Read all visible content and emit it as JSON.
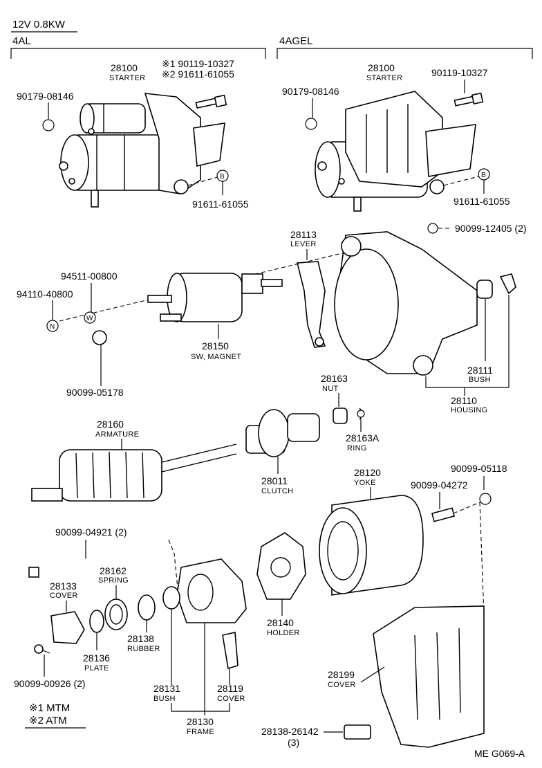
{
  "header": {
    "spec": "12V 0.8KW",
    "variant_left": "4AL",
    "variant_right": "4AGEL",
    "footer_code": "ME G069-A"
  },
  "legend": {
    "note1": "※1 MTM",
    "note2": "※2 ATM"
  },
  "symbols": {
    "B": "B",
    "N": "N",
    "W": "W"
  },
  "labels": {
    "l_90179_a": "90179-08146",
    "l_28100_a": "28100",
    "l_starter_a": "STARTER",
    "l_note1_part": "※1 90119-10327",
    "l_note2_part": "※2 91611-61055",
    "l_91611_a": "91611-61055",
    "l_90179_b": "90179-08146",
    "l_28100_b": "28100",
    "l_starter_b": "STARTER",
    "l_90119_b": "90119-10327",
    "l_91611_b": "91611-61055",
    "l_90099_12405": "90099-12405 (2)",
    "l_28113": "28113",
    "l_lever": "LEVER",
    "l_94511": "94511-00800",
    "l_94110": "94110-40800",
    "l_28150": "28150",
    "l_swmag": "SW, MAGNET",
    "l_90099_05178": "90099-05178",
    "l_28111": "28111",
    "l_bush1": "BUSH",
    "l_28110": "28110",
    "l_housing": "HOUSING",
    "l_28163": "28163",
    "l_nut": "NUT",
    "l_28163a": "28163A",
    "l_ring": "RING",
    "l_28160": "28160",
    "l_armature": "ARMATURE",
    "l_28011": "28011",
    "l_clutch": "CLUTCH",
    "l_28120": "28120",
    "l_yoke": "YOKE",
    "l_90099_05118": "90099-05118",
    "l_90099_04272": "90099-04272",
    "l_90099_04921": "90099-04921 (2)",
    "l_28162": "28162",
    "l_spring": "SPRING",
    "l_28133": "28133",
    "l_cover1": "COVER",
    "l_28138": "28138",
    "l_rubber": "RUBBER",
    "l_28136": "28136",
    "l_plate": "PLATE",
    "l_90099_00926": "90099-00926 (2)",
    "l_28140": "28140",
    "l_holder": "HOLDER",
    "l_28131": "28131",
    "l_bush2": "BUSH",
    "l_28119": "28119",
    "l_cover2": "COVER",
    "l_28130": "28130",
    "l_frame": "FRAME",
    "l_28199": "28199",
    "l_cover3": "COVER",
    "l_28138_26142": "28138-26142",
    "l_qty3": "(3)"
  }
}
